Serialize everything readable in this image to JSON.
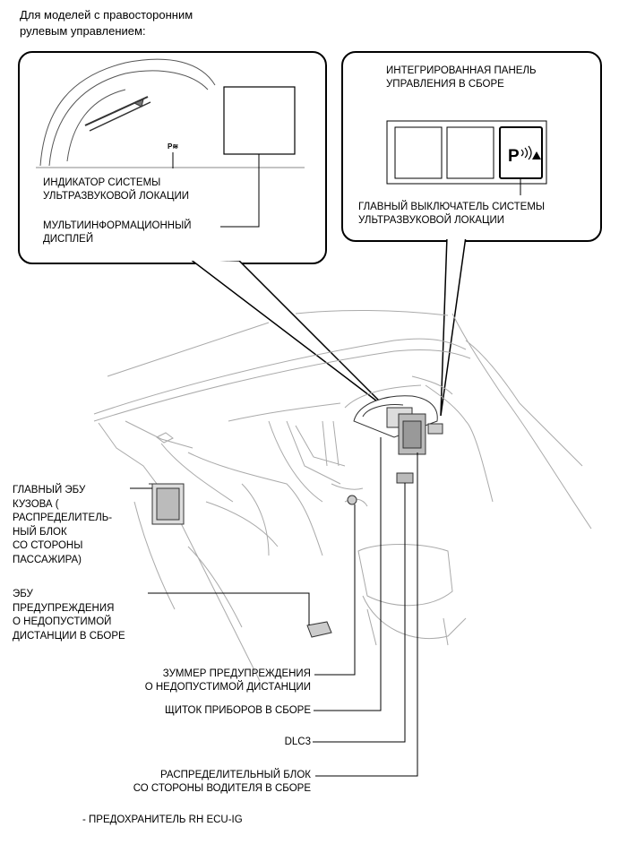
{
  "header": {
    "line1": "Для моделей с правосторонним",
    "line2": "рулевым управлением:"
  },
  "left_callout": {
    "indicator_label_1": "ИНДИКАТОР СИСТЕМЫ",
    "indicator_label_2": "УЛЬТРАЗВУКОВОЙ ЛОКАЦИИ",
    "display_label_1": "МУЛЬТИИНФОРМАЦИОННЫЙ",
    "display_label_2": "ДИСПЛЕЙ",
    "indicator_glyph": "P≋"
  },
  "right_callout": {
    "panel_label_1": "ИНТЕГРИРОВАННАЯ ПАНЕЛЬ",
    "panel_label_2": "УПРАВЛЕНИЯ В СБОРЕ",
    "switch_label_1": "ГЛАВНЫЙ ВЫКЛЮЧАТЕЛЬ СИСТЕМЫ",
    "switch_label_2": "УЛЬТРАЗВУКОВОЙ ЛОКАЦИИ",
    "switch_glyph": "P"
  },
  "left_labels": {
    "body_ecu": [
      "ГЛАВНЫЙ ЭБУ",
      "КУЗОВА (",
      "РАСПРЕДЕЛИТЕЛЬ-",
      "НЫЙ БЛОК",
      "СО СТОРОНЫ",
      "ПАССАЖИРА)"
    ],
    "clearance_ecu": [
      "ЭБУ",
      "ПРЕДУПРЕЖДЕНИЯ",
      "О НЕДОПУСТИМОЙ",
      "ДИСТАНЦИИ В СБОРЕ"
    ]
  },
  "bottom_labels": {
    "buzzer_1": "ЗУММЕР ПРЕДУПРЕЖДЕНИЯ",
    "buzzer_2": "О НЕДОПУСТИМОЙ ДИСТАНЦИИ",
    "meter": "ЩИТОК ПРИБОРОВ В СБОРЕ",
    "dlc3": "DLC3",
    "driver_jb_1": "РАСПРЕДЕЛИТЕЛЬНЫЙ БЛОК",
    "driver_jb_2": "СО СТОРОНЫ ВОДИТЕЛЯ В СБОРЕ"
  },
  "footnote": "- ПРЕДОХРАНИТЕЛЬ RH ECU-IG"
}
